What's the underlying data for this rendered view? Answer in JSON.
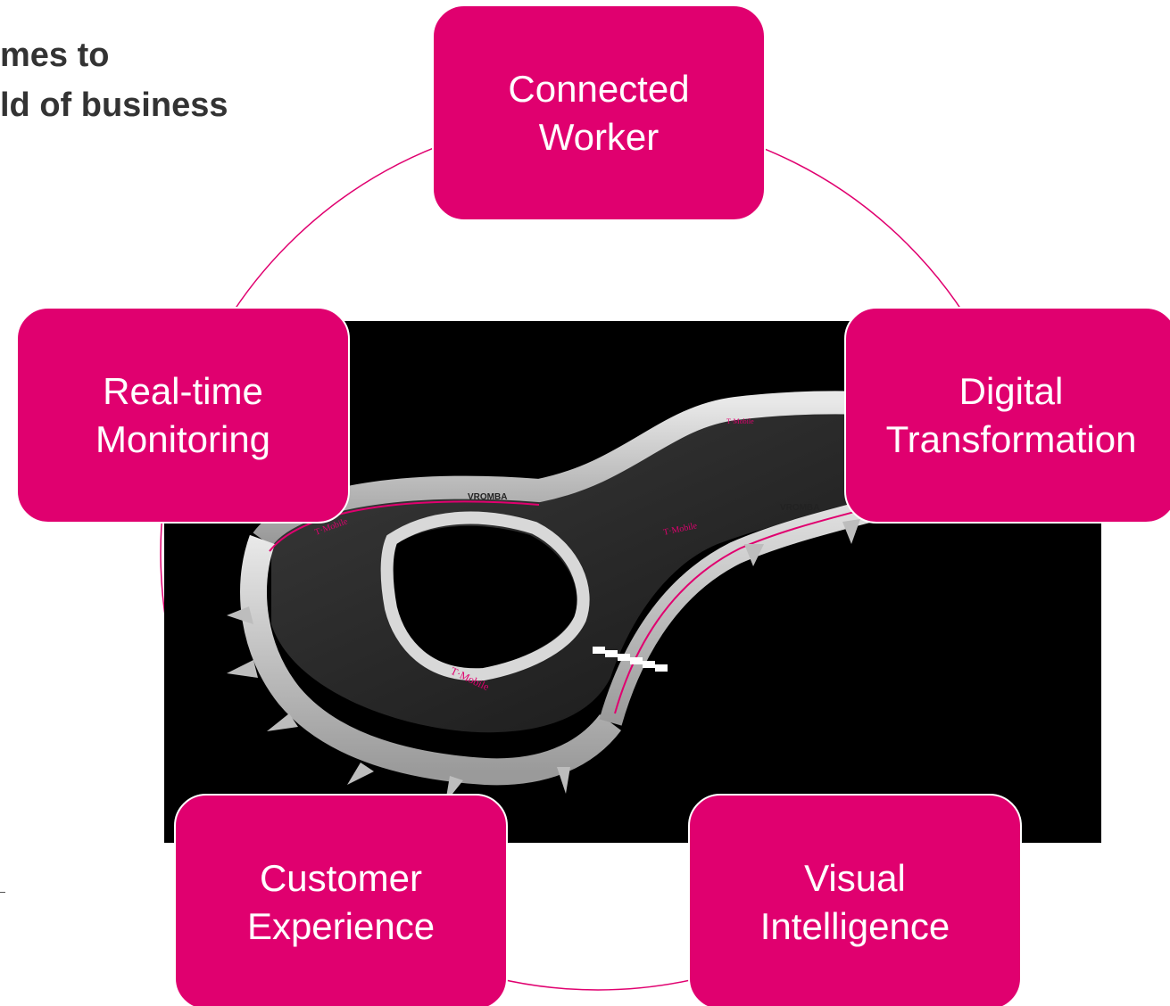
{
  "heading": {
    "line1": "mes to",
    "line2": "ld of business"
  },
  "colors": {
    "accent": "#e0006f",
    "photo_background": "#000000",
    "text_dark": "#333333"
  },
  "photo": {
    "description_name": "race-track-image",
    "wall_labels": [
      "T·Mobile",
      "VROMBA",
      "T·Mobile",
      "VROMBA",
      "T·Mobile",
      "T·Mobile"
    ]
  },
  "nodes": [
    {
      "id": "top",
      "line1": "Connected",
      "line2": "Worker"
    },
    {
      "id": "left",
      "line1": "Real-time",
      "line2": "Monitoring"
    },
    {
      "id": "right",
      "line1": "Digital",
      "line2": "Transformation"
    },
    {
      "id": "bl",
      "line1": "Customer",
      "line2": "Experience"
    },
    {
      "id": "br",
      "line1": "Visual",
      "line2": "Intelligence"
    }
  ]
}
